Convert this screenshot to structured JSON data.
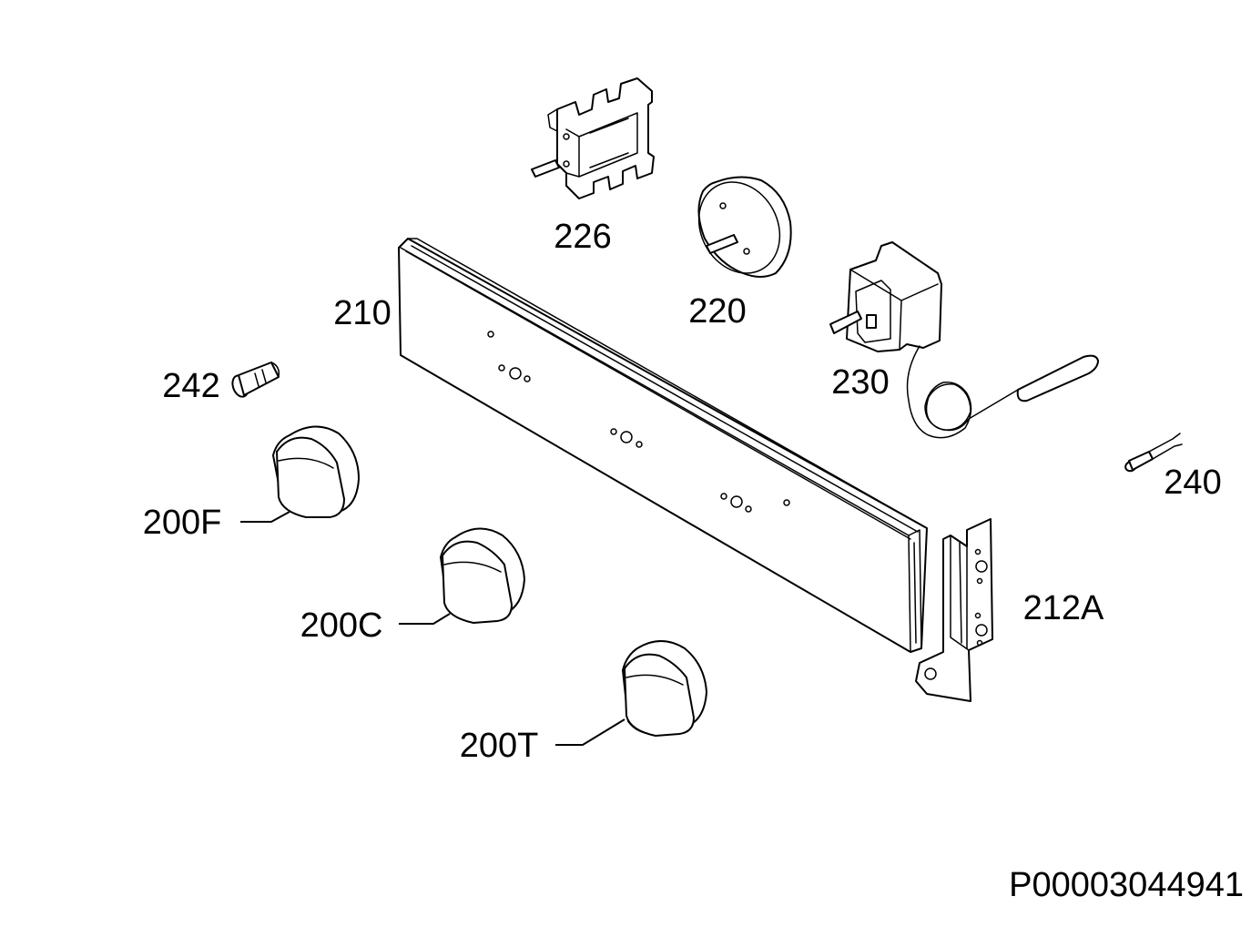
{
  "labels": {
    "switch": "226",
    "timer": "220",
    "panel": "210",
    "thermostat": "230",
    "indicator_light": "242",
    "knob_f": "200F",
    "knob_c": "200C",
    "knob_t": "200T",
    "bracket": "212A",
    "lamp": "240"
  },
  "drawing_code": "P00003044941"
}
